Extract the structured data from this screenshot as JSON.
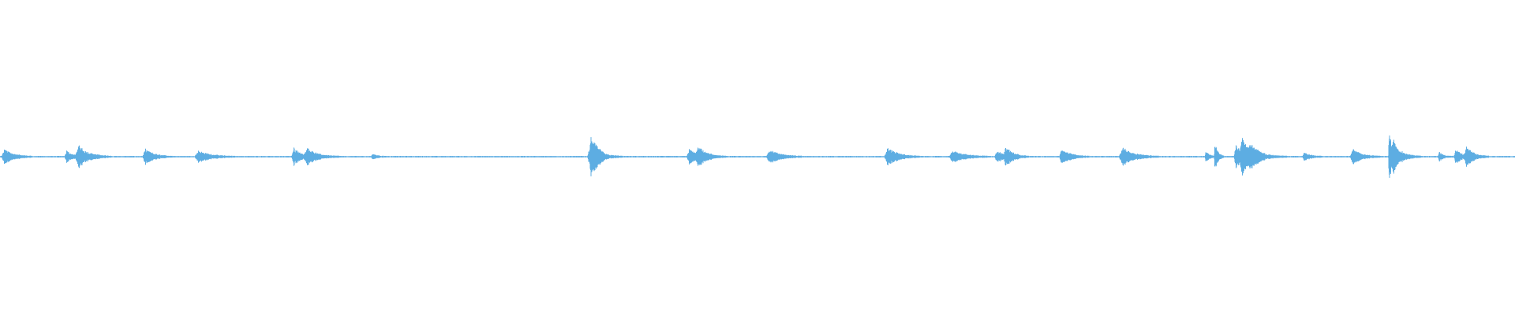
{
  "waveform": {
    "color": "#5dade2",
    "background": "#ffffff",
    "baseline_amplitude": 0.004,
    "bursts": [
      {
        "time": 0.003,
        "amp": 0.05,
        "dur": 0.006
      },
      {
        "time": 0.044,
        "amp": 0.04,
        "dur": 0.004
      },
      {
        "time": 0.052,
        "amp": 0.07,
        "dur": 0.007
      },
      {
        "time": 0.096,
        "amp": 0.05,
        "dur": 0.006
      },
      {
        "time": 0.131,
        "amp": 0.04,
        "dur": 0.008
      },
      {
        "time": 0.194,
        "amp": 0.06,
        "dur": 0.005
      },
      {
        "time": 0.203,
        "amp": 0.05,
        "dur": 0.007
      },
      {
        "time": 0.246,
        "amp": 0.02,
        "dur": 0.003
      },
      {
        "time": 0.389,
        "amp": 0.05,
        "dur": 0.004
      },
      {
        "time": 0.39,
        "amp": 0.1,
        "dur": 0.003
      },
      {
        "time": 0.393,
        "amp": 0.05,
        "dur": 0.006
      },
      {
        "time": 0.455,
        "amp": 0.05,
        "dur": 0.006
      },
      {
        "time": 0.461,
        "amp": 0.05,
        "dur": 0.006
      },
      {
        "time": 0.508,
        "amp": 0.05,
        "dur": 0.007
      },
      {
        "time": 0.586,
        "amp": 0.06,
        "dur": 0.007
      },
      {
        "time": 0.629,
        "amp": 0.04,
        "dur": 0.008
      },
      {
        "time": 0.658,
        "amp": 0.04,
        "dur": 0.005
      },
      {
        "time": 0.664,
        "amp": 0.06,
        "dur": 0.005
      },
      {
        "time": 0.701,
        "amp": 0.05,
        "dur": 0.006
      },
      {
        "time": 0.741,
        "amp": 0.06,
        "dur": 0.008
      },
      {
        "time": 0.796,
        "amp": 0.04,
        "dur": 0.002
      },
      {
        "time": 0.802,
        "amp": 0.09,
        "dur": 0.002
      },
      {
        "time": 0.816,
        "amp": 0.08,
        "dur": 0.005
      },
      {
        "time": 0.82,
        "amp": 0.1,
        "dur": 0.005
      },
      {
        "time": 0.826,
        "amp": 0.05,
        "dur": 0.008
      },
      {
        "time": 0.861,
        "amp": 0.03,
        "dur": 0.004
      },
      {
        "time": 0.893,
        "amp": 0.05,
        "dur": 0.006
      },
      {
        "time": 0.917,
        "amp": 0.19,
        "dur": 0.002
      },
      {
        "time": 0.92,
        "amp": 0.08,
        "dur": 0.006
      },
      {
        "time": 0.95,
        "amp": 0.03,
        "dur": 0.003
      },
      {
        "time": 0.961,
        "amp": 0.05,
        "dur": 0.004
      },
      {
        "time": 0.968,
        "amp": 0.06,
        "dur": 0.005
      }
    ]
  }
}
